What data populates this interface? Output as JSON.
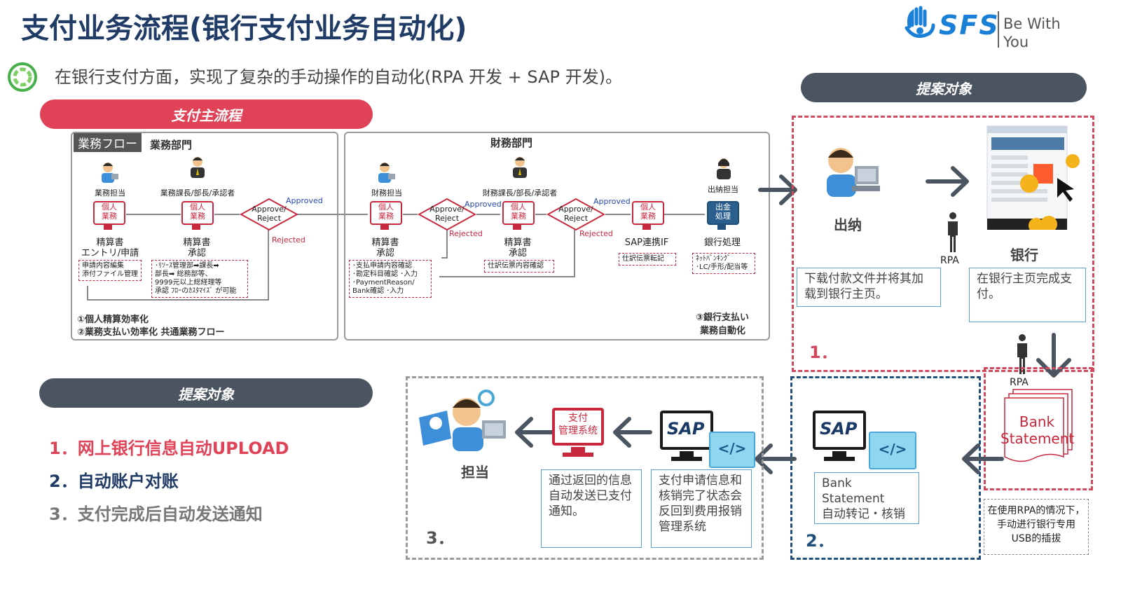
{
  "header": {
    "title": "支付业务流程(银行支付业务自动化)",
    "subtitle": "在银行支付方面，实现了复杂的手动操作的自动化(RPA 开发 + SAP 开发)。",
    "logo_text": "SFS",
    "logo_tagline_1": "Be With",
    "logo_tagline_2": "You"
  },
  "pills": {
    "main_flow": "支付主流程",
    "proposal_top": "提案对象",
    "proposal_left": "提案対象"
  },
  "legacy_flow": {
    "tag": "業務フロー",
    "dept_business": "業務部門",
    "dept_finance": "財務部門",
    "roles": [
      "業務担当",
      "業務課長/部長/承認者",
      "財務担当",
      "財務課長/部長/承認者",
      "出納担当"
    ],
    "box_label": "個人\n業務",
    "box_label_bank": "出金\n処理",
    "steps": [
      "精算書\nエントリ/申請",
      "精算書\n承認",
      "精算書\n承認",
      "精算書\n承認",
      "SAP連携IF",
      "銀行処理"
    ],
    "decision": "Approve/\nReject",
    "approved": "Approved",
    "rejected": "Rejected",
    "notes": [
      "申請内容編集\n添付ファイル管理",
      "･ﾘｿｰｽ管理部➡課長➡\n部長➡ 総務部等、\n9999元以上総経理等\n承認 ﾌﾛｰのｶｽﾀﾏｲｽﾞ が可能",
      "･支払申請内容確認\n･勘定科目確認 ･入力\n･PaymentReason/\nBank確認 ･入力",
      "仕訳伝票内容確認",
      "仕訳伝票転記",
      "ﾈｯﾄﾊﾞﾝｷﾝｸﾞ\n･LC/手形/配当等"
    ],
    "footer_left_1": "①個人精算効率化",
    "footer_left_2": "②業務支払い効率化  共通業務フロー",
    "footer_right_1": "③銀行支払い",
    "footer_right_2": "業務自動化"
  },
  "proposal_1": {
    "cashier": "出纳",
    "bank": "银行",
    "rpa": "RPA",
    "desc_left": "下载付款文件并将其加载到银行主页。",
    "desc_right": "在银行主页完成支付。",
    "number": "1．"
  },
  "bank_statement": {
    "rpa": "RPA",
    "label": "Bank\nStatement",
    "usb_note": "在使用RPA的情况下，\n手动进行银行专用\nUSB的插拔"
  },
  "proposal_2": {
    "sap": "SAP",
    "code": "</>",
    "desc": "Bank\nStatement\n自动转记・核销",
    "number": "2．"
  },
  "proposal_3": {
    "person": "担当",
    "system": "支付\n管理系统",
    "sap": "SAP",
    "code": "</>",
    "desc_system": "通过返回的信息自动发送已支付通知。",
    "desc_sap": "支付申请信息和核销完了状态会反回到费用报销管理系统",
    "number": "3．"
  },
  "list": {
    "item1": "1．网上银行信息自动UPLOAD",
    "item2": "2．自动账户对账",
    "item3": "3．支付完成后自动发送通知"
  },
  "colors": {
    "navy": "#1f3b66",
    "red": "#c8283e",
    "pill_red": "#e04357",
    "pill_grey": "#4b5561",
    "teal": "#1f4f7a",
    "blue_border": "#5aa0d6"
  }
}
